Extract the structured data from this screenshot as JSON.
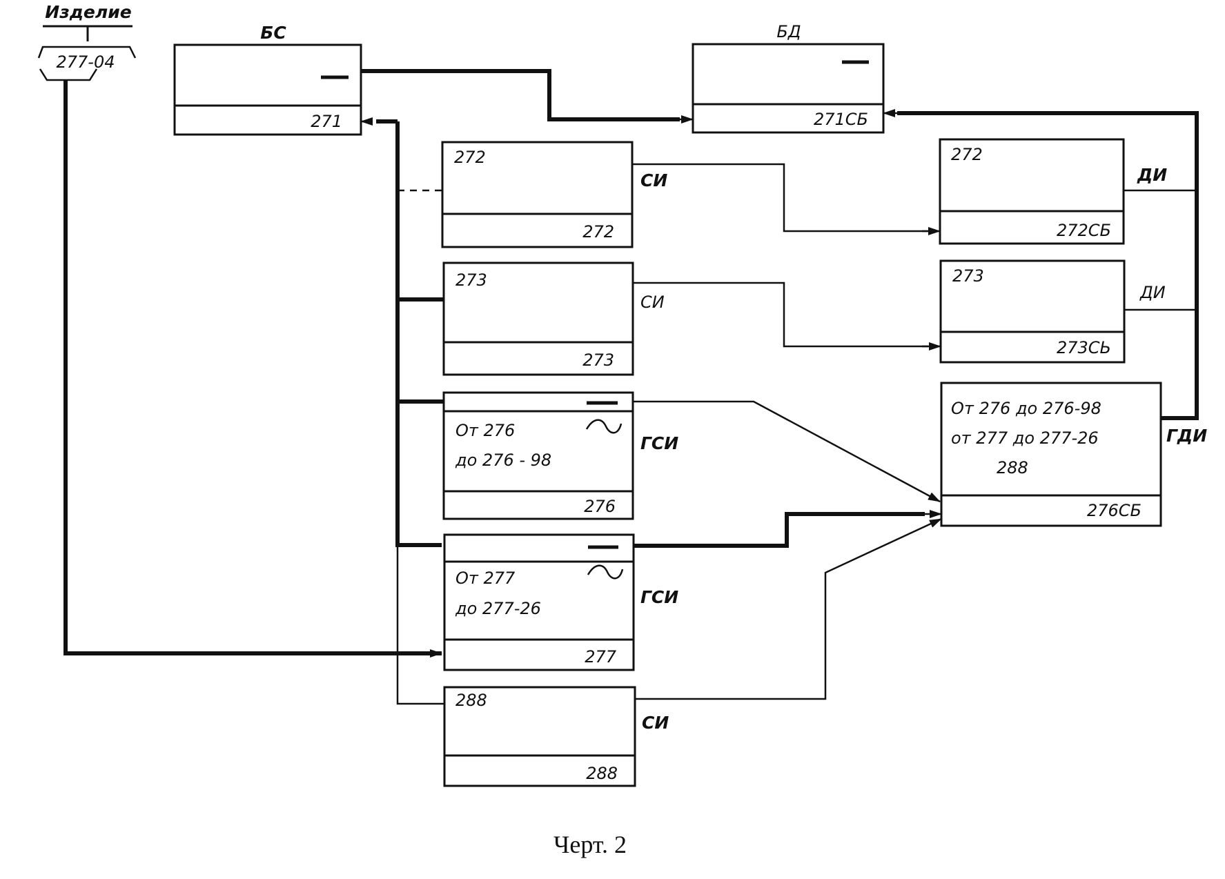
{
  "product": {
    "title": "Изделие",
    "code": "277-04"
  },
  "bs": {
    "title": "БС",
    "num": "271"
  },
  "bd": {
    "title": "БД",
    "num": "271СБ"
  },
  "left_blocks": [
    {
      "id": "b272",
      "top": "272",
      "num": "272",
      "out": "СИ"
    },
    {
      "id": "b273",
      "top": "273",
      "num": "273",
      "out": "СИ"
    },
    {
      "id": "b276",
      "line1": "От  276",
      "line2": "до  276 - 98",
      "num": "276",
      "out": "ГСИ"
    },
    {
      "id": "b277",
      "line1": "От  277",
      "line2": "до  277-26",
      "num": "277",
      "out": "ГСИ"
    },
    {
      "id": "b288",
      "top": "288",
      "num": "288",
      "out": "СИ"
    }
  ],
  "right_blocks": [
    {
      "id": "r272",
      "top": "272",
      "num": "272СБ",
      "out": "ДИ"
    },
    {
      "id": "r273",
      "top": "273",
      "num": "273СЬ",
      "out": "ДИ"
    },
    {
      "id": "r276",
      "line1": "От  276  до  276-98",
      "line2": "от  277  до  277-26",
      "line3": "288",
      "num": "276СБ",
      "out": "ГДИ"
    }
  ],
  "caption": "Черт. 2"
}
